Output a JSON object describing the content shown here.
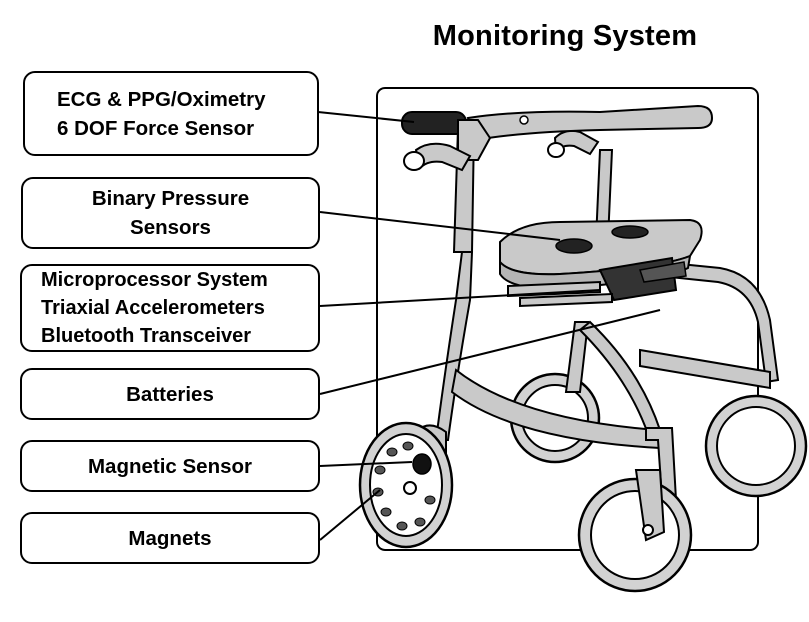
{
  "title": "Monitoring System",
  "labels": [
    {
      "lines": [
        "ECG & PPG/Oximetry",
        "6 DOF Force Sensor"
      ]
    },
    {
      "lines": [
        "Binary Pressure",
        "Sensors"
      ]
    },
    {
      "lines": [
        "Microprocessor System",
        "Triaxial Accelerometers",
        "Bluetooth Transceiver"
      ]
    },
    {
      "lines": [
        "Batteries"
      ]
    },
    {
      "lines": [
        "Magnetic Sensor"
      ]
    },
    {
      "lines": [
        "Magnets"
      ]
    }
  ],
  "colors": {
    "frame": "#c9c9c9",
    "outline": "#000000",
    "dark": "#222222",
    "tire": "#bdbdbd"
  }
}
